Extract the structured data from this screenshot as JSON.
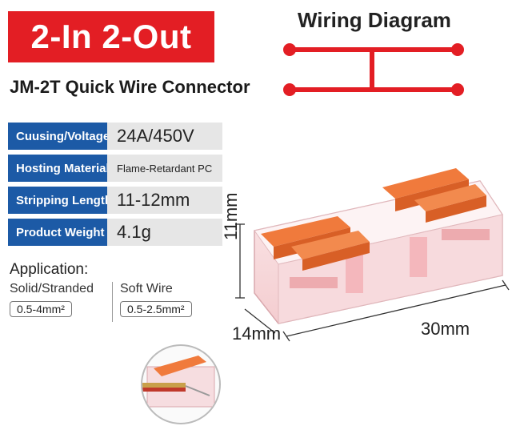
{
  "header": {
    "banner_text": "2-In 2-Out",
    "model_name": "JM-2T Quick Wire Connector"
  },
  "specs": [
    {
      "label": "Cuusing/Voltage",
      "value": "24A/450V"
    },
    {
      "label": "Hosting Material",
      "value": "Flame-Retardant PC"
    },
    {
      "label": "Stripping Length",
      "value": "11-12mm"
    },
    {
      "label": "Product Weight",
      "value": "4.1g"
    }
  ],
  "application": {
    "title": "Application:",
    "solid_label": "Solid/Stranded",
    "solid_value": "0.5-4mm²",
    "soft_label": "Soft Wire",
    "soft_value": "0.5-2.5mm²"
  },
  "wiring": {
    "title": "Wiring Diagram"
  },
  "dimensions": {
    "height": "11mm",
    "width": "14mm",
    "length": "30mm"
  },
  "colors": {
    "brand_red": "#e31e24",
    "label_blue": "#1c5aa6",
    "value_gray": "#e6e6e6",
    "lever_orange": "#f07a3c"
  }
}
